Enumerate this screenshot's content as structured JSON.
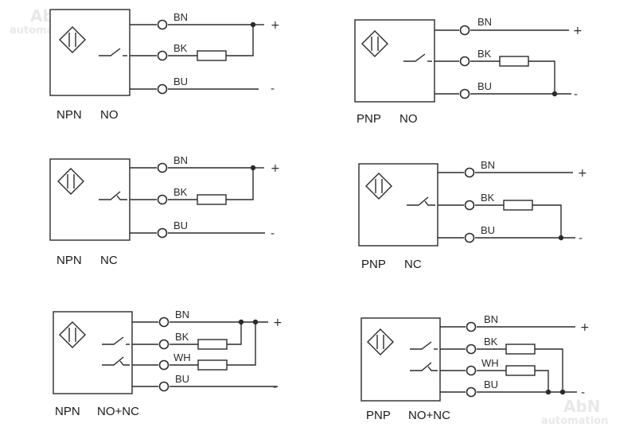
{
  "watermark": {
    "brand": "AbN",
    "sub": "automation"
  },
  "diagrams": [
    {
      "type": "NPN",
      "mode": "NO",
      "wires": [
        "BN",
        "BK",
        "BU"
      ],
      "supply": {
        "plus": "+",
        "minus": "-"
      }
    },
    {
      "type": "PNP",
      "mode": "NO",
      "wires": [
        "BN",
        "BK",
        "BU"
      ],
      "supply": {
        "plus": "+",
        "minus": "-"
      }
    },
    {
      "type": "NPN",
      "mode": "NC",
      "wires": [
        "BN",
        "BK",
        "BU"
      ],
      "supply": {
        "plus": "+",
        "minus": "-"
      }
    },
    {
      "type": "PNP",
      "mode": "NC",
      "wires": [
        "BN",
        "BK",
        "BU"
      ],
      "supply": {
        "plus": "+",
        "minus": "-"
      }
    },
    {
      "type": "NPN",
      "mode": "NO+NC",
      "wires": [
        "BN",
        "BK",
        "WH",
        "BU"
      ],
      "supply": {
        "plus": "+",
        "minus": "-"
      }
    },
    {
      "type": "PNP",
      "mode": "NO+NC",
      "wires": [
        "BN",
        "BK",
        "WH",
        "BU"
      ],
      "supply": {
        "plus": "+",
        "minus": "-"
      }
    }
  ]
}
